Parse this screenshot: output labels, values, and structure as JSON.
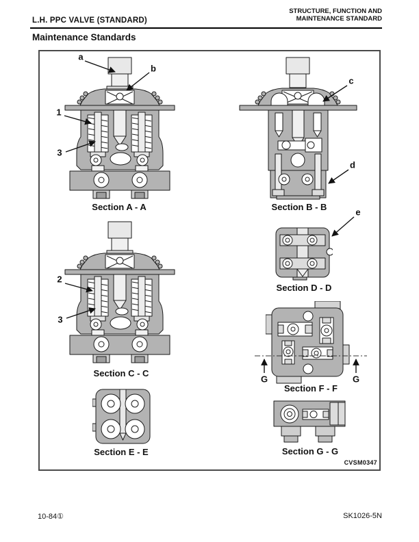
{
  "header": {
    "left_title": "L.H. PPC VALVE (STANDARD)",
    "right_line1": "STRUCTURE, FUNCTION AND",
    "right_line2": "MAINTENANCE STANDARD"
  },
  "page": {
    "heading": "Maintenance Standards"
  },
  "figure": {
    "code": "CVSM0347",
    "sections": [
      {
        "caption": "Section A - A"
      },
      {
        "caption": "Section B - B"
      },
      {
        "caption": "Section C - C"
      },
      {
        "caption": "Section D - D"
      },
      {
        "caption": "Section E - E"
      },
      {
        "caption": "Section F - F"
      },
      {
        "caption": "Section G - G"
      }
    ],
    "callouts": {
      "a": "a",
      "b": "b",
      "c": "c",
      "d": "d",
      "e": "e",
      "one": "1",
      "two": "2",
      "three": "3",
      "g_left": "G",
      "g_right": "G"
    },
    "colors": {
      "diagram_gray": "#b3b3b3",
      "ink": "#111111"
    }
  },
  "footer": {
    "page_number": "10-84①",
    "doc_code": "SK1026-5N"
  }
}
